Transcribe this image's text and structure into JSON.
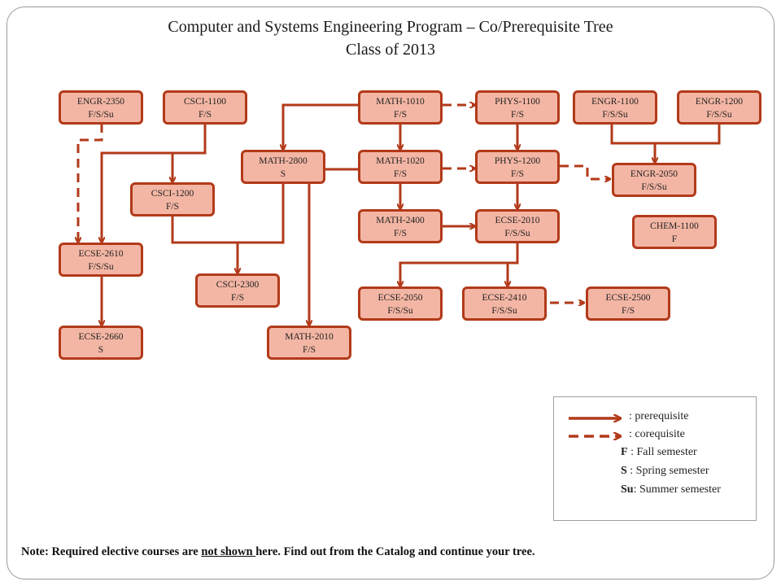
{
  "title_line1": "Computer and Systems Engineering Program – Co/Prerequisite Tree",
  "title_line2": "Class of 2013",
  "colors": {
    "box_fill": "#f4b6a4",
    "box_border": "#b23a1a",
    "arrow": "#b23a1a"
  },
  "courses": {
    "engr2350": {
      "code": "ENGR-2350",
      "terms": "F/S/Su"
    },
    "csci1100": {
      "code": "CSCI-1100",
      "terms": "F/S"
    },
    "math1010": {
      "code": "MATH-1010",
      "terms": "F/S"
    },
    "phys1100": {
      "code": "PHYS-1100",
      "terms": "F/S"
    },
    "engr1100": {
      "code": "ENGR-1100",
      "terms": "F/S/Su"
    },
    "engr1200": {
      "code": "ENGR-1200",
      "terms": "F/S/Su"
    },
    "math2800": {
      "code": "MATH-2800",
      "terms": "S"
    },
    "math1020": {
      "code": "MATH-1020",
      "terms": "F/S"
    },
    "phys1200": {
      "code": "PHYS-1200",
      "terms": "F/S"
    },
    "engr2050": {
      "code": "ENGR-2050",
      "terms": "F/S/Su"
    },
    "csci1200": {
      "code": "CSCI-1200",
      "terms": "F/S"
    },
    "math2400": {
      "code": "MATH-2400",
      "terms": "F/S"
    },
    "ecse2010": {
      "code": "ECSE-2010",
      "terms": "F/S/Su"
    },
    "chem1100": {
      "code": "CHEM-1100",
      "terms": "F"
    },
    "ecse2610": {
      "code": "ECSE-2610",
      "terms": "F/S/Su"
    },
    "csci2300": {
      "code": "CSCI-2300",
      "terms": "F/S"
    },
    "ecse2050": {
      "code": "ECSE-2050",
      "terms": "F/S/Su"
    },
    "ecse2410": {
      "code": "ECSE-2410",
      "terms": "F/S/Su"
    },
    "ecse2500": {
      "code": "ECSE-2500",
      "terms": "F/S"
    },
    "ecse2660": {
      "code": "ECSE-2660",
      "terms": "S"
    },
    "math2010": {
      "code": "MATH-2010",
      "terms": "F/S"
    }
  },
  "legend": {
    "prereq": ": prerequisite",
    "coreq": ": corequisite",
    "f_key": "F",
    "f_text": " : Fall semester",
    "s_key": "S",
    "s_text": " : Spring semester",
    "su_key": "Su",
    "su_text": ": Summer semester"
  },
  "note": {
    "part1": "Note: Required elective courses are ",
    "underlined": "not shown ",
    "part2": "here. Find out from the Catalog and continue your tree."
  }
}
